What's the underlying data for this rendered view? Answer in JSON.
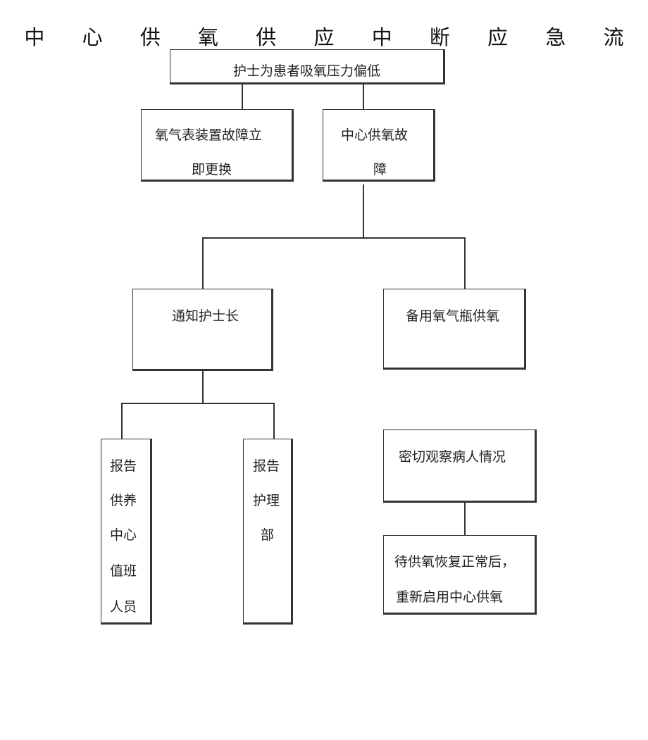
{
  "title": "中 心 供 氧 供 应 中 断 应 急 流 程",
  "nodes": {
    "start": "护士为患者吸氧压力偏低",
    "meter_fault": {
      "line1": "氧气表装置故障立",
      "line2": "即更换"
    },
    "central_fault": {
      "line1": "中心供氧故",
      "line2": "障"
    },
    "notify_head_nurse": "通知护士长",
    "backup_cylinder": "备用氧气瓶供氧",
    "report_supply": {
      "lines": [
        "报告",
        "供养",
        "中心",
        "值班",
        "人员"
      ]
    },
    "report_nursing": {
      "lines": [
        "报告",
        "护理",
        "部"
      ]
    },
    "observe_patient": "密切观察病人情况",
    "restore": {
      "line1": "待供氧恢复正常后，",
      "line2": "重新启用中心供氧"
    }
  }
}
